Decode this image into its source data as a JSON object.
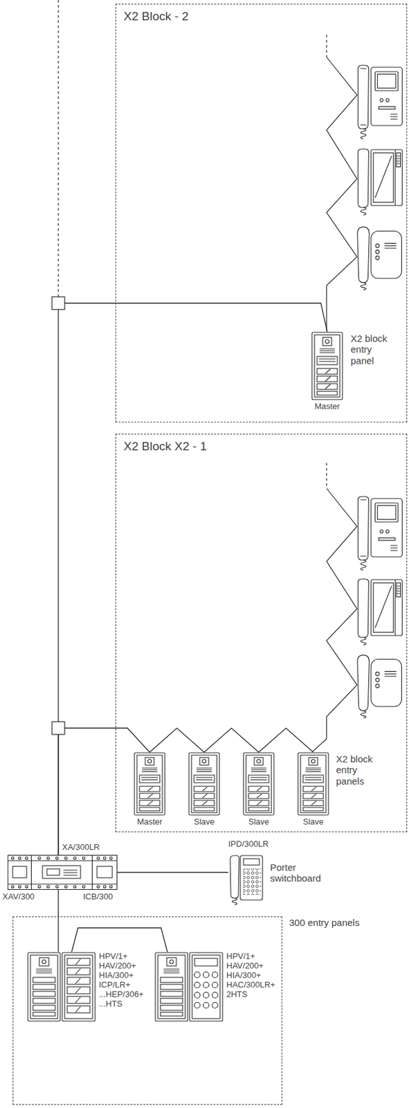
{
  "diagram": {
    "nodes": [
      {
        "text": [
          "X2 Block - 2"
        ]
      },
      {
        "text": [
          "Master"
        ],
        "in": 0
      },
      {
        "text": [
          "X2 Block X2 - 1"
        ]
      },
      {
        "text": [
          "Master"
        ],
        "in": 2
      },
      {
        "text": [
          "Slave"
        ],
        "in": 2
      },
      {
        "text": [
          "Slave"
        ],
        "in": 2
      },
      {
        "text": [
          "Slave"
        ],
        "in": 2
      },
      {
        "text": [
          "XA/300LR",
          "XAV/300",
          "ICB/300"
        ]
      },
      {
        "text": [
          "IPD/300LR",
          "Porter switchboard"
        ]
      },
      {
        "text": [
          "300 entry panels"
        ]
      },
      {
        "text": [
          "HPV/1+ HAV/200+ HIA/300+ ICP/LR+ ...HEP/306+ ...HTS"
        ],
        "in": 9
      },
      {
        "text": [
          "HPV/1+ HAV/200+ HIA/300+ HAC/300LR+ 2HTS"
        ],
        "in": 9
      }
    ],
    "edges": [
      {
        "from": 7,
        "to": 1,
        "arrow": "none"
      },
      {
        "from": 7,
        "to": 3,
        "arrow": "none"
      },
      {
        "from": 3,
        "to": 4,
        "arrow": "none"
      },
      {
        "from": 4,
        "to": 5,
        "arrow": "none"
      },
      {
        "from": 5,
        "to": 6,
        "arrow": "none"
      },
      {
        "from": 7,
        "to": 8,
        "arrow": "none"
      },
      {
        "from": 7,
        "to": 10,
        "arrow": "none"
      },
      {
        "from": 10,
        "to": 11,
        "arrow": "none"
      }
    ],
    "labels": [
      "X2 block entry panel",
      "X2 block entry panels"
    ]
  }
}
